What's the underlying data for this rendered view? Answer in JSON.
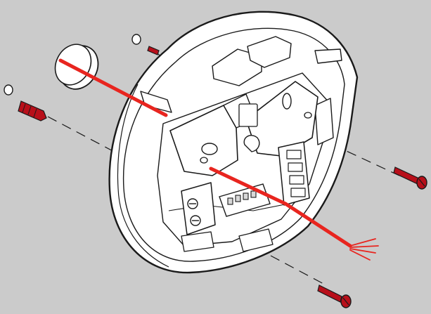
{
  "diagram": {
    "background_color": "#cbcbcb",
    "device_color": "#ffffff",
    "outline_color": "#1a1a1a",
    "wire_color": "#e8251f",
    "screw_color": "#b80f1a",
    "washer_color": "#ffffff",
    "parts": [
      "mounting-base",
      "wall-bracket",
      "terminal-block-left",
      "terminal-block-right",
      "connector-block",
      "wall-plug",
      "wall-plug",
      "mounting-screw",
      "mounting-screw",
      "washer",
      "washer",
      "grommet-cap",
      "cable"
    ]
  }
}
